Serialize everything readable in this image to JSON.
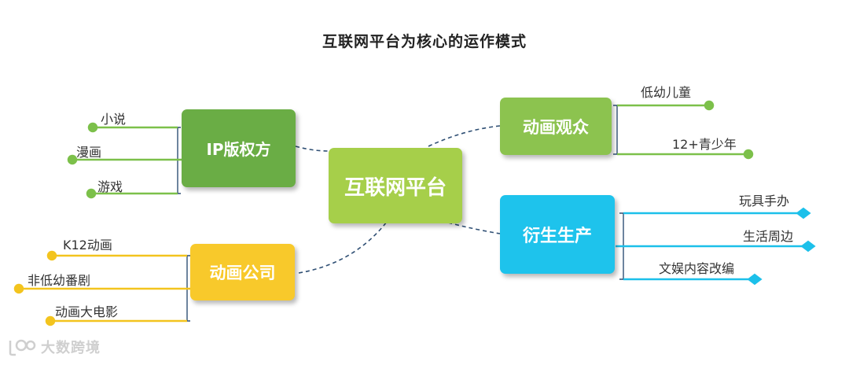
{
  "title": "互联网平台为核心的运作模式",
  "center": {
    "label": "互联网平台"
  },
  "ip": {
    "label": "IP版权方",
    "items": [
      "小说",
      "漫画",
      "游戏"
    ]
  },
  "studio": {
    "label": "动画公司",
    "items": [
      "K12动画",
      "非低幼番剧",
      "动画大电影"
    ]
  },
  "audience": {
    "label": "动画观众",
    "items": [
      "低幼儿童",
      "12+青少年"
    ]
  },
  "derivative": {
    "label": "衍生生产",
    "items": [
      "玩具手办",
      "生活周边",
      "文娱内容改编"
    ]
  },
  "watermark": {
    "label": "大数跨境"
  },
  "colors": {
    "center": "#a6cf4a",
    "ip": "#6aad45",
    "studio": "#f8c92b",
    "audience": "#8cc34f",
    "derivative": "#1ec3ec",
    "connector": "#2f4f74",
    "green_line": "#7cc04a",
    "yellow_line": "#f3c41e",
    "blue_line": "#1cc0ea"
  }
}
